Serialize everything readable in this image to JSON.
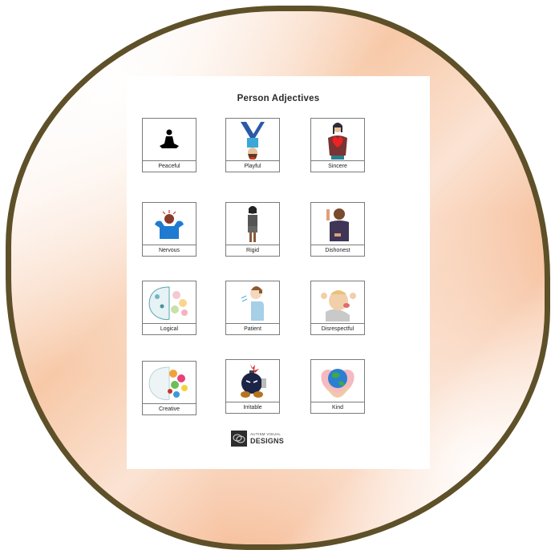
{
  "document": {
    "title": "Person Adjectives",
    "cards": [
      {
        "label": "Peaceful",
        "icon": "meditation-icon"
      },
      {
        "label": "Playful",
        "icon": "handstand-child-icon"
      },
      {
        "label": "Sincere",
        "icon": "woman-holding-heart-icon"
      },
      {
        "label": "Nervous",
        "icon": "stressed-person-icon"
      },
      {
        "label": "Rigid",
        "icon": "standing-woman-icon"
      },
      {
        "label": "Dishonest",
        "icon": "crossed-fingers-icon"
      },
      {
        "label": "Logical",
        "icon": "logical-brain-icon"
      },
      {
        "label": "Patient",
        "icon": "breathing-boy-icon"
      },
      {
        "label": "Disrespectful",
        "icon": "tongue-out-icon"
      },
      {
        "label": "Creative",
        "icon": "creative-brain-icon"
      },
      {
        "label": "Irritable",
        "icon": "bomb-icon"
      },
      {
        "label": "Kind",
        "icon": "hands-holding-earth-icon"
      }
    ],
    "logo": {
      "line1": "AUTISM VISUAL",
      "line2": "DESIGNS"
    }
  },
  "colors": {
    "frame_border": "#5e5028",
    "frame_gradient_peach": "#f5b890",
    "card_border": "#7b7b7b"
  }
}
